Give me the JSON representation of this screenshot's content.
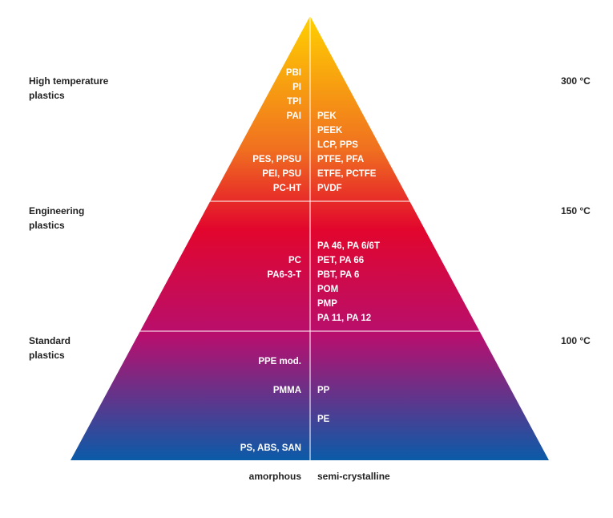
{
  "tiers": [
    {
      "label_lines": [
        "High temperature",
        "plastics"
      ],
      "temperature": "300 °C"
    },
    {
      "label_lines": [
        "Engineering",
        "plastics"
      ],
      "temperature": "150 °C"
    },
    {
      "label_lines": [
        "Standard",
        "plastics"
      ],
      "temperature": "100 °C"
    }
  ],
  "amorphous": {
    "high": [
      "PBI",
      "PI",
      "TPI",
      "PAI",
      "",
      "",
      "PES, PPSU",
      "PEI, PSU",
      "PC-HT"
    ],
    "engineering": [
      "PC",
      "PA6-3-T"
    ],
    "standard": [
      "PPE mod.",
      "PMMA",
      "PS, ABS, SAN"
    ]
  },
  "semi_crystalline": {
    "high": [
      "PEK",
      "PEEK",
      "LCP, PPS",
      "PTFE, PFA",
      "ETFE, PCTFE",
      "PVDF"
    ],
    "engineering": [
      "PA 46, PA 6/6T",
      "PET, PA 66",
      "PBT, PA 6",
      "POM",
      "PMP",
      "PA 11, PA 12"
    ],
    "standard": [
      "PP",
      "PE"
    ]
  },
  "axis": {
    "left": "amorphous",
    "right": "semi-crystalline"
  },
  "colors": {
    "top": "#FFD000",
    "orange": "#F07020",
    "red": "#E2062D",
    "magenta": "#B70F6E",
    "bottom": "#0A5BA8"
  }
}
